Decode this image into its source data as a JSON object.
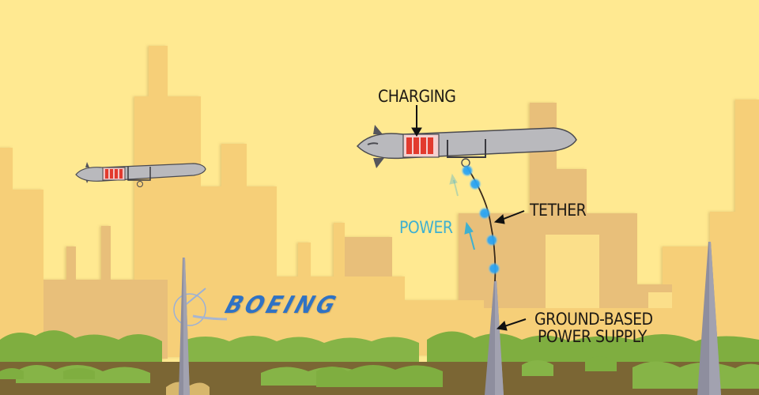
{
  "scene": {
    "title": "Tethered drone charging illustration",
    "colors": {
      "sky": "#ffe991",
      "building_light": "#f6cf78",
      "building_mid": "#e8bf7a",
      "building_pale": "#fbdf8a",
      "tower": "#8e8e9e",
      "drone_body": "#b9b9bd",
      "battery": "#e23a2e",
      "tether_node": "#2aa4f4",
      "power_arrow": "#3fb0d0",
      "bush": "#7fae40",
      "ground": "#7b6634",
      "boeing_blue": "#2f72c4"
    }
  },
  "labels": {
    "charging": "CHARGING",
    "tether": "TETHER",
    "power": "POWER",
    "ground_supply_line1": "GROUND-BASED",
    "ground_supply_line2": "POWER SUPPLY"
  },
  "logo": {
    "brand": "BOEING"
  },
  "drones": [
    {
      "name": "small-drone",
      "state": "charged",
      "battery_bars": 4
    },
    {
      "name": "large-drone",
      "state": "charging",
      "battery_bars": 4
    }
  ],
  "tether": {
    "nodes": 5
  }
}
